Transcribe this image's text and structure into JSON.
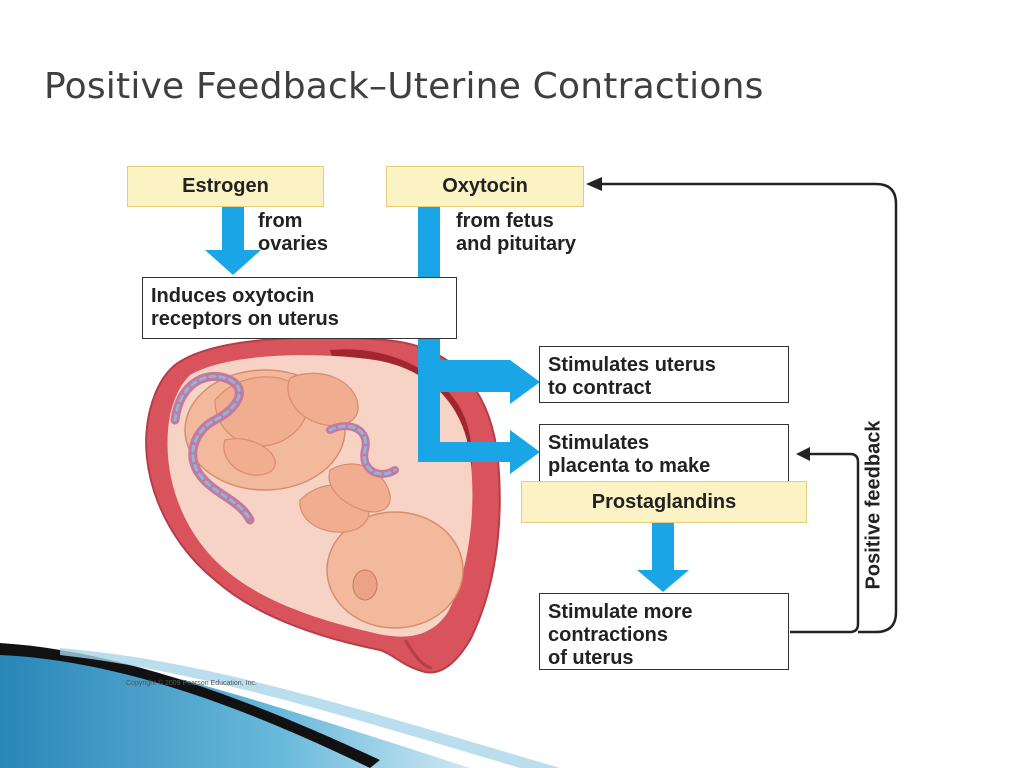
{
  "title": "Positive Feedback–Uterine Contractions",
  "diagram": {
    "estrogen_label": "Estrogen",
    "estrogen_source": [
      "from",
      "ovaries"
    ],
    "induces_box": [
      "Induces oxytocin",
      "receptors on uterus"
    ],
    "oxytocin_label": "Oxytocin",
    "oxytocin_source": [
      "from fetus",
      "and pituitary"
    ],
    "stimulates_uterus_box": [
      "Stimulates uterus",
      "to contract"
    ],
    "stimulates_placenta_box": [
      "Stimulates",
      "placenta to make"
    ],
    "prostaglandins_label": "Prostaglandins",
    "stimulate_more_box": [
      "Stimulate more",
      "contractions",
      "of uterus"
    ],
    "feedback_label": "Positive feedback",
    "copyright": "Copyright © 2009 Pearson Education, Inc."
  },
  "colors": {
    "arrow_blue": "#1aa6e6",
    "label_fill": "#fcf3c4",
    "uterus_red": "#d9535c",
    "fetus_skin": "#f3b99c"
  },
  "icons": {
    "illustration": "fetus-in-uterus-illustration"
  }
}
